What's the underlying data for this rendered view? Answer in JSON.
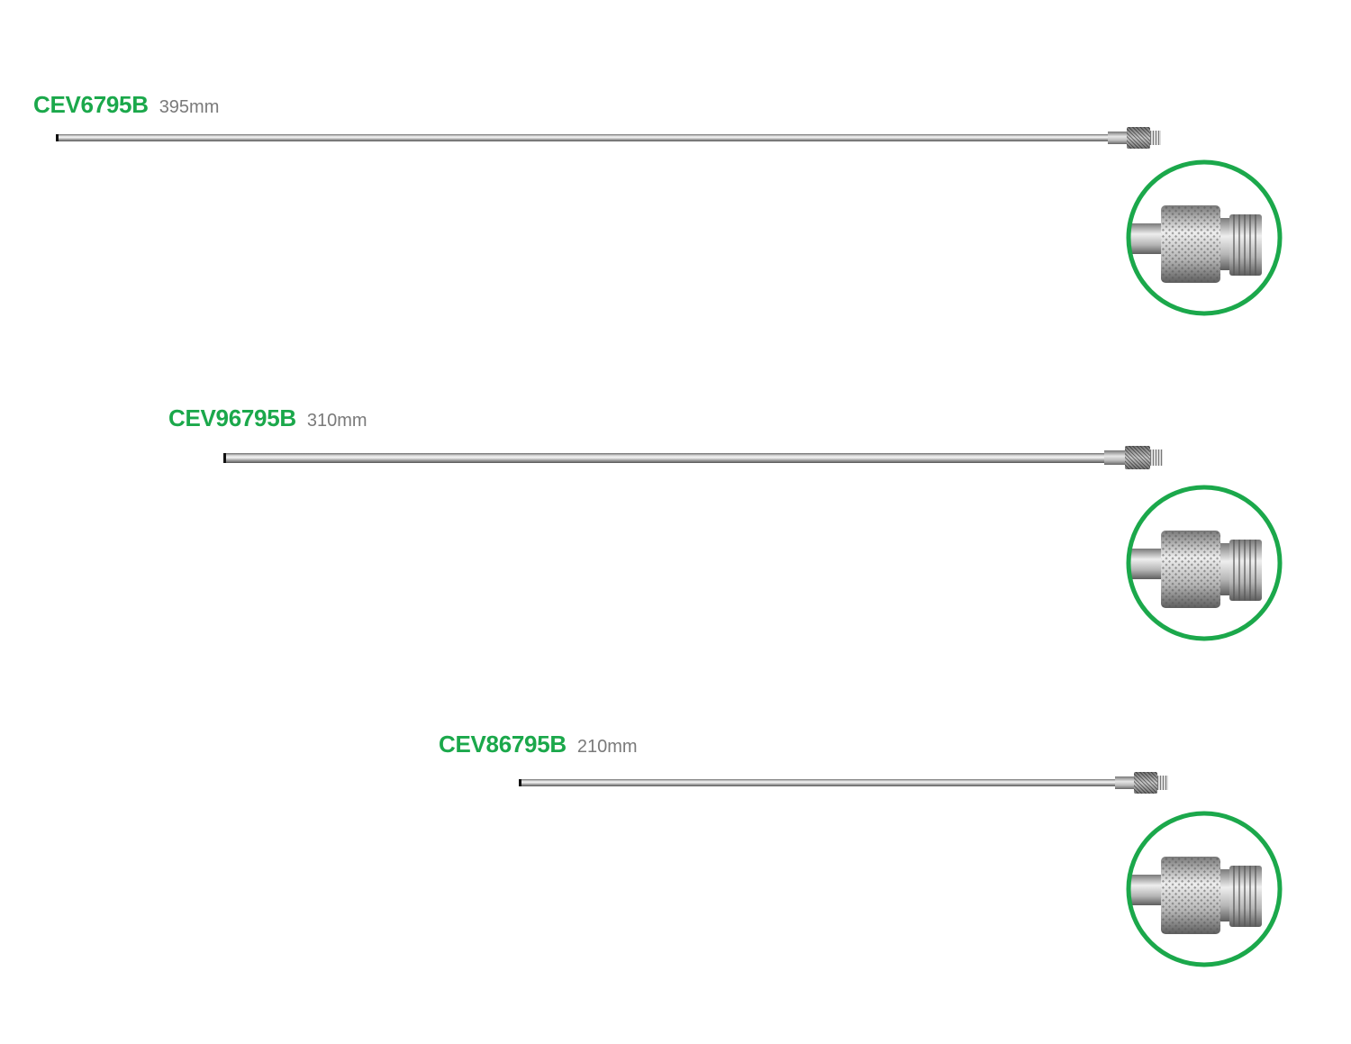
{
  "accent_color": "#1ba84b",
  "products": [
    {
      "code": "CEV6795B",
      "length": "395mm",
      "length_mm": 395
    },
    {
      "code": "CEV96795B",
      "length": "310mm",
      "length_mm": 310
    },
    {
      "code": "CEV86795B",
      "length": "210mm",
      "length_mm": 210
    }
  ]
}
